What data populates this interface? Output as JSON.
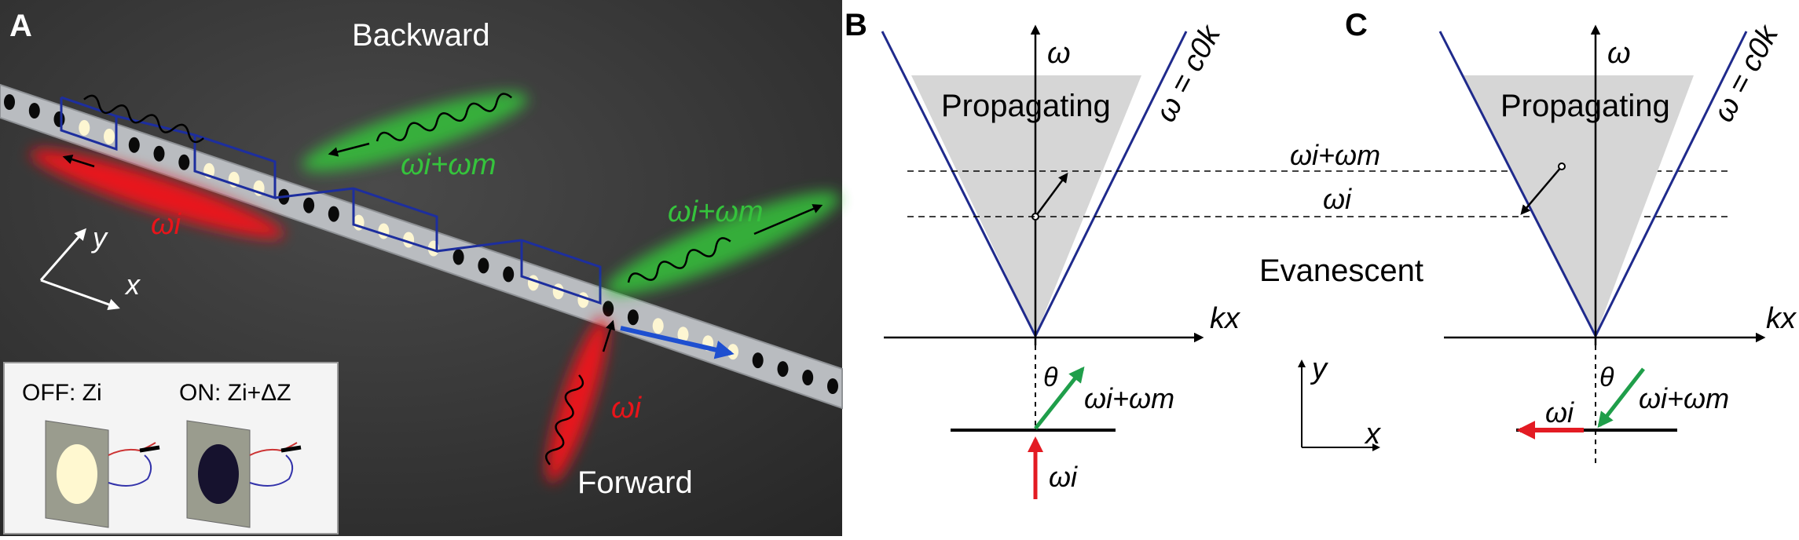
{
  "panel_a": {
    "letter": "A",
    "backward_label": "Backward",
    "forward_label": "Forward",
    "green_upper_label": "ωi+ωm",
    "green_right_label": "ωi+ωm",
    "red_left_label": "ωi",
    "red_lower_label": "ωi",
    "axis_y": "y",
    "axis_x": "x",
    "inset_off": "OFF: Zi",
    "inset_on": "ON: Zi+ΔZ",
    "colors": {
      "background": "#3a3a3a",
      "waveguide": "#b9bcc0",
      "box_outline": "#1d2e9e",
      "red_glow": "#e8141a",
      "green_glow": "#36c23a",
      "green_text": "#35c33c",
      "blue_arrow": "#1e4fd0"
    }
  },
  "panel_b": {
    "letter": "B",
    "omega_axis": "ω",
    "kx_axis": "kx",
    "light_line": "ω = c0k",
    "region_label": "Propagating",
    "level_upper": "ωi+ωm",
    "level_lower": "ωi",
    "theta": "θ",
    "out_label": "ωi+ωm",
    "in_label": "ωi"
  },
  "middle": {
    "evanescent_label": "Evanescent",
    "axis_y": "y",
    "axis_x": "x"
  },
  "panel_c": {
    "letter": "C",
    "omega_axis": "ω",
    "kx_axis": "kx",
    "light_line": "ω = c0k",
    "region_label": "Propagating",
    "theta": "θ",
    "in_label": "ωi+ωm",
    "out_label": "ωi",
    "colors": {
      "cone_line": "#1f2a8c",
      "propagating_fill": "#d6d6d6",
      "green_arrow": "#1f9e4a",
      "red_arrow": "#e31b23"
    }
  }
}
